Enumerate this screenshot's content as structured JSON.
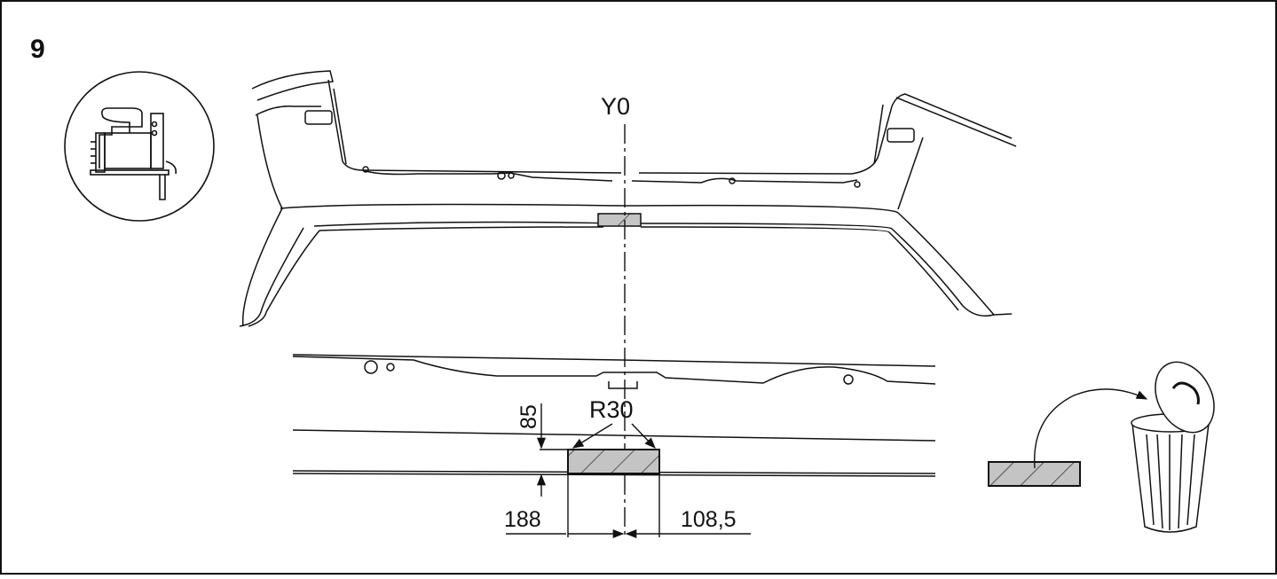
{
  "step": {
    "number": "9"
  },
  "axis": {
    "label": "Y0"
  },
  "dimensions": {
    "radius": "R30",
    "height": "85",
    "left_offset": "188",
    "right_offset": "108,5"
  },
  "tool_icon": "jigsaw-icon",
  "disposal_icon": "trash-can-icon",
  "colors": {
    "line": "#111111",
    "hatch_fill": "#bdbdbd",
    "background": "#ffffff"
  }
}
